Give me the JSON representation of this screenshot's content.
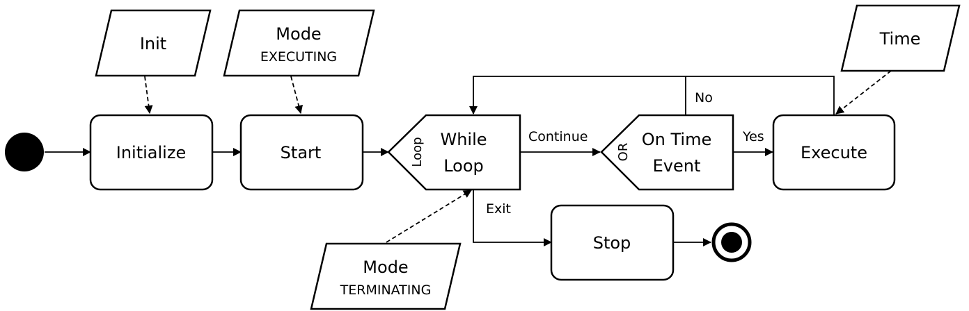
{
  "nodes": {
    "initialize": "Initialize",
    "start": "Start",
    "while_loop": {
      "line1": "While",
      "line2": "Loop",
      "tag": "Loop"
    },
    "on_time_event": {
      "line1": "On Time",
      "line2": "Event",
      "tag": "OR"
    },
    "execute": "Execute",
    "stop": "Stop"
  },
  "data_objects": {
    "init": "Init",
    "mode_executing": {
      "title": "Mode",
      "value": "EXECUTING"
    },
    "time": "Time",
    "mode_terminating": {
      "title": "Mode",
      "value": "TERMINATING"
    }
  },
  "edge_labels": {
    "continue": "Continue",
    "yes": "Yes",
    "no": "No",
    "exit": "Exit"
  }
}
